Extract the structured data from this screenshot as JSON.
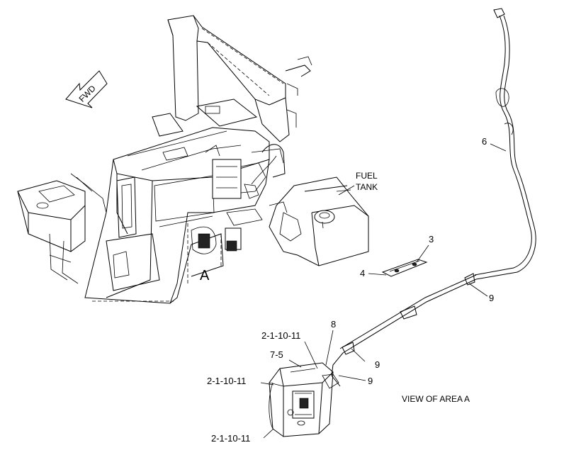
{
  "fwd_arrow": {
    "text": "FWD"
  },
  "labels": {
    "fuel_tank_line1": "FUEL",
    "fuel_tank_line2": "TANK",
    "area": "A",
    "callout_6": "6",
    "callout_3": "3",
    "callout_4": "4",
    "callout_9_a": "9",
    "callout_8": "8",
    "callout_9_b": "9",
    "callout_9_c": "9",
    "ref_top": "2-1-10-11",
    "callout_7_5": "7-5",
    "ref_mid": "2-1-10-11",
    "ref_bottom": "2-1-10-11",
    "view_of_area": "VIEW OF AREA A"
  }
}
